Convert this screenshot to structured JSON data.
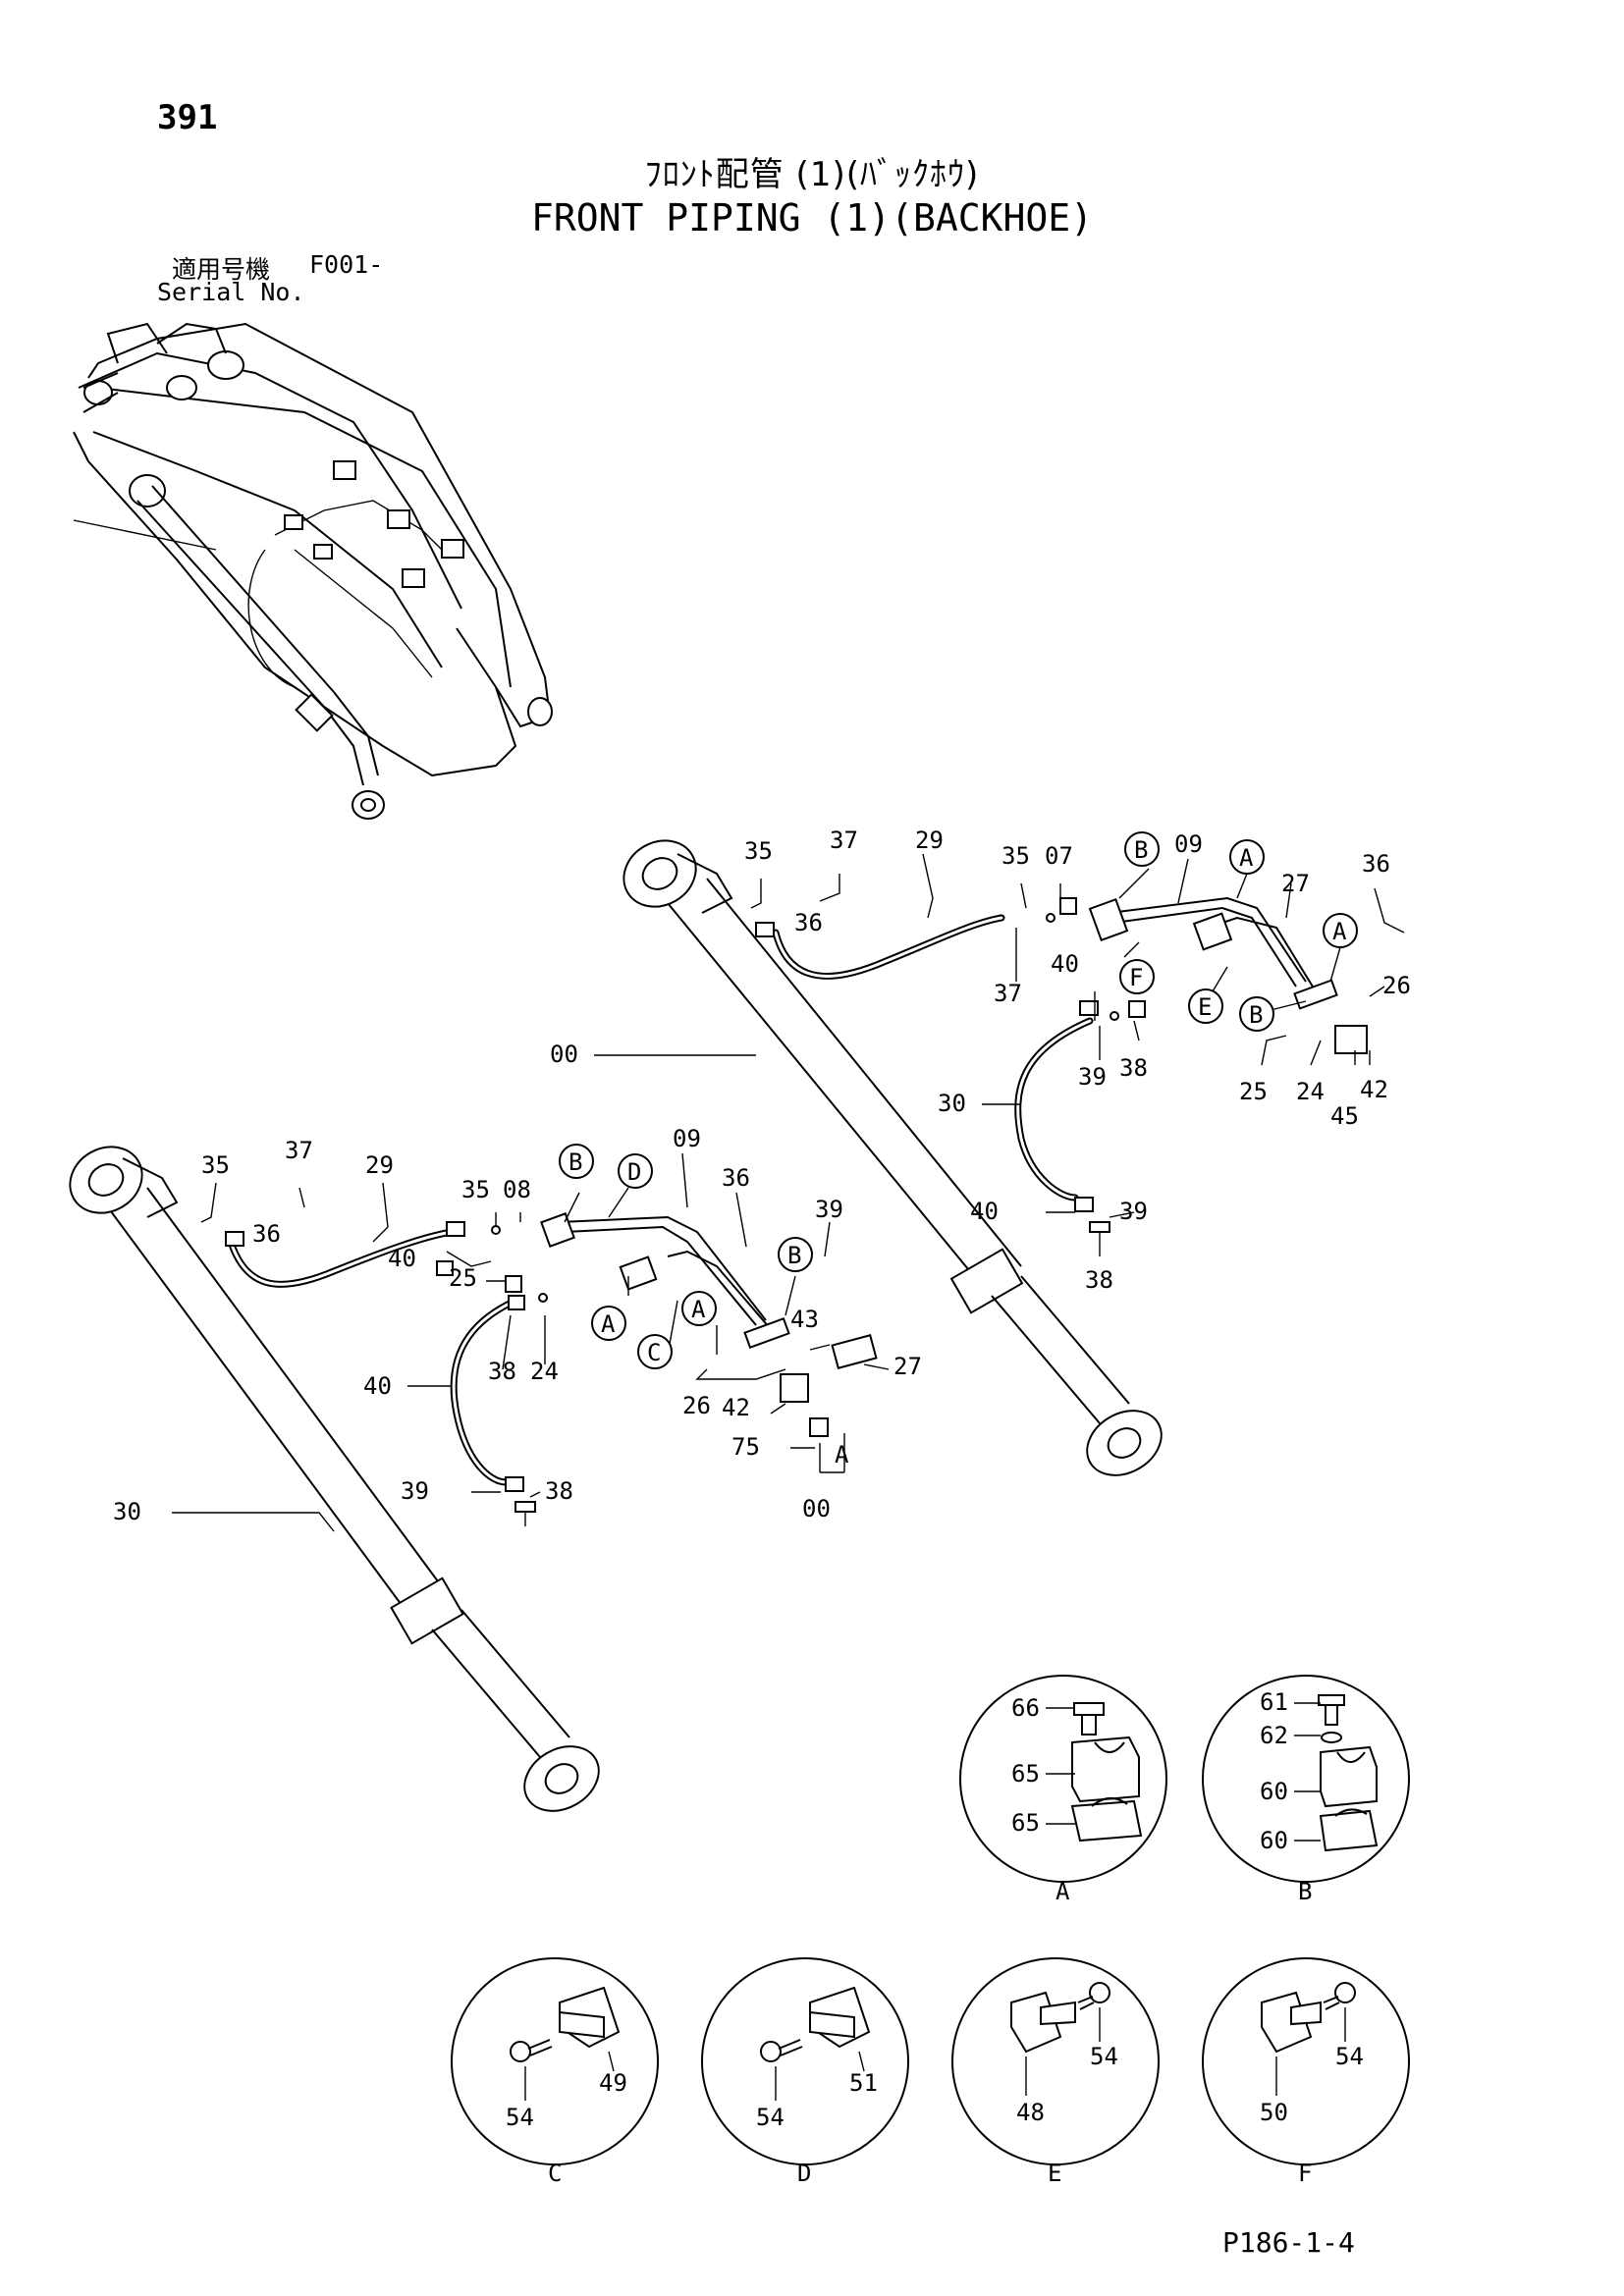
{
  "page_number": "391",
  "title_jp": "ﾌﾛﾝﾄ配管 (1)(ﾊﾞｯｸﾎｳ)",
  "title_en": "FRONT PIPING (1)(BACKHOE)",
  "serial": {
    "label_jp": "適用号機",
    "label_en": "Serial No.",
    "value": "F001-"
  },
  "page_code": "P186-1-4",
  "callouts_upper": [
    "35",
    "37",
    "29",
    "36",
    "35",
    "07",
    "09",
    "27",
    "36",
    "36",
    "37",
    "40",
    "26",
    "39",
    "38",
    "25",
    "24",
    "42",
    "45",
    "00",
    "30",
    "40",
    "39",
    "38"
  ],
  "callouts_lower": [
    "35",
    "37",
    "29",
    "36",
    "35",
    "08",
    "09",
    "36",
    "37",
    "40",
    "25",
    "39",
    "38",
    "24",
    "43",
    "27",
    "26",
    "42",
    "75",
    "00",
    "30",
    "40",
    "39",
    "38"
  ],
  "letter_markers_upper": [
    "B",
    "A",
    "A",
    "F",
    "E",
    "B"
  ],
  "letter_markers_lower": [
    "B",
    "D",
    "B",
    "A",
    "A",
    "C"
  ],
  "loose_letters": [
    "A"
  ],
  "details": [
    {
      "label": "A",
      "parts": [
        "66",
        "65",
        "65"
      ]
    },
    {
      "label": "B",
      "parts": [
        "61",
        "62",
        "60",
        "60"
      ]
    },
    {
      "label": "C",
      "parts": [
        "54",
        "49"
      ]
    },
    {
      "label": "D",
      "parts": [
        "54",
        "51"
      ]
    },
    {
      "label": "E",
      "parts": [
        "48",
        "54"
      ]
    },
    {
      "label": "F",
      "parts": [
        "50",
        "54"
      ]
    }
  ]
}
